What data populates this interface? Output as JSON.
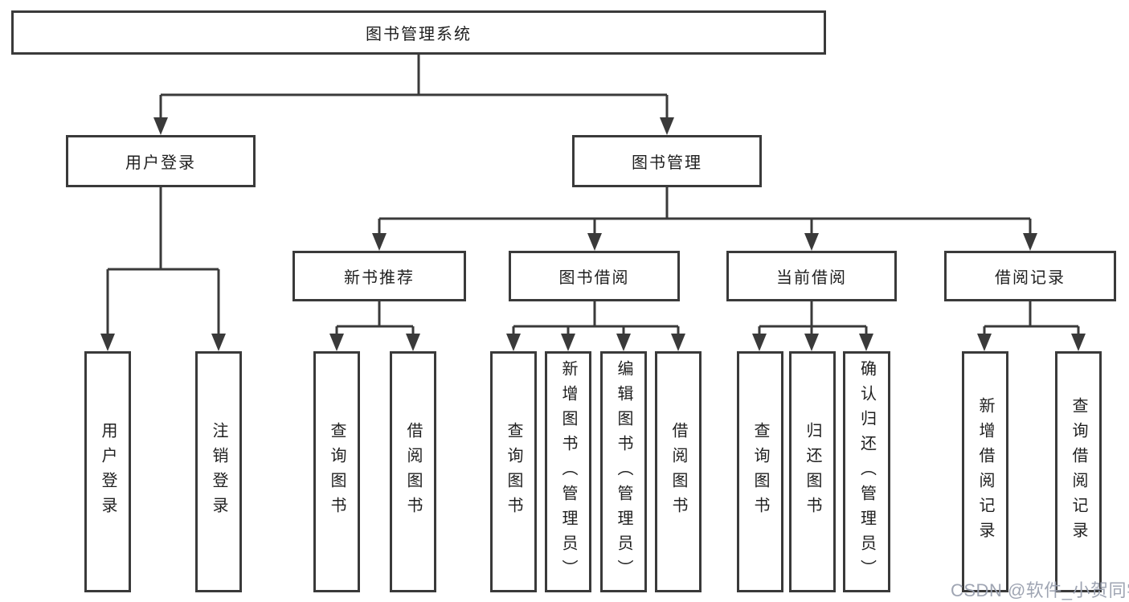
{
  "diagram": {
    "type": "hierarchy-tree",
    "colors": {
      "line": "#3a3a3a",
      "box_border": "#3a3a3a",
      "text": "#1f1f1f",
      "background": "#ffffff",
      "watermark": "#9aa0af"
    },
    "tree": {
      "label": "图书管理系统",
      "children": [
        {
          "label": "用户登录",
          "children": [
            {
              "label": "用户登录"
            },
            {
              "label": "注销登录"
            }
          ]
        },
        {
          "label": "图书管理",
          "children": [
            {
              "label": "新书推荐",
              "children": [
                {
                  "label": "查询图书"
                },
                {
                  "label": "借阅图书"
                }
              ]
            },
            {
              "label": "图书借阅",
              "children": [
                {
                  "label": "查询图书"
                },
                {
                  "label": "新增图书（管理员）"
                },
                {
                  "label": "编辑图书（管理员）"
                },
                {
                  "label": "借阅图书"
                }
              ]
            },
            {
              "label": "当前借阅",
              "children": [
                {
                  "label": "查询图书"
                },
                {
                  "label": "归还图书"
                },
                {
                  "label": "确认归还（管理员）"
                }
              ]
            },
            {
              "label": "借阅记录",
              "children": [
                {
                  "label": "新增借阅记录"
                },
                {
                  "label": "查询借阅记录"
                }
              ]
            }
          ]
        }
      ]
    }
  },
  "watermark": {
    "text": "CSDN @软件_小贺同学"
  }
}
